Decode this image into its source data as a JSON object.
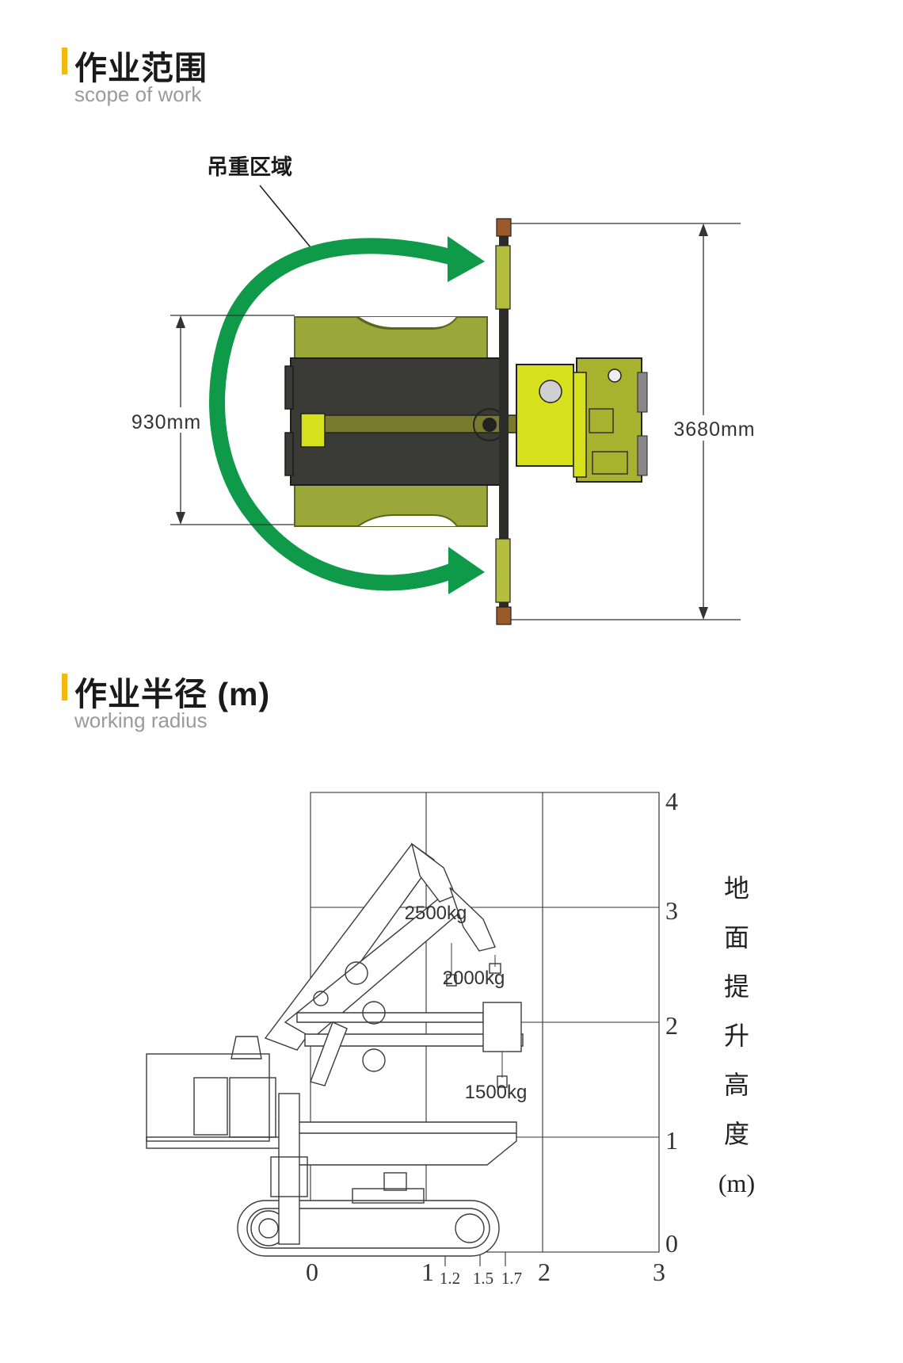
{
  "section1": {
    "title": "作业范围",
    "subtitle": "scope of work",
    "area_label": "吊重区域",
    "width_dim": "930mm",
    "span_dim": "3680mm"
  },
  "section2": {
    "title": "作业半径 (m)",
    "subtitle": "working radius",
    "loads": [
      "2500kg",
      "2000kg",
      "1500kg"
    ],
    "x_ticks": [
      "0",
      "1",
      "2",
      "3"
    ],
    "x_minor_ticks": [
      "1.2",
      "1.5",
      "1.7"
    ],
    "y_ticks": [
      "0",
      "1",
      "2",
      "3",
      "4"
    ],
    "y_axis_label": [
      "地",
      "面",
      "提",
      "升",
      "高",
      "度",
      "(m)"
    ]
  },
  "colors": {
    "accent": "#f3b80f",
    "arrow_green": "#0e9a48",
    "outrigger_olive": "#9aa83a",
    "body_yellow": "#d6e01c",
    "chassis": "#3a3b36"
  }
}
